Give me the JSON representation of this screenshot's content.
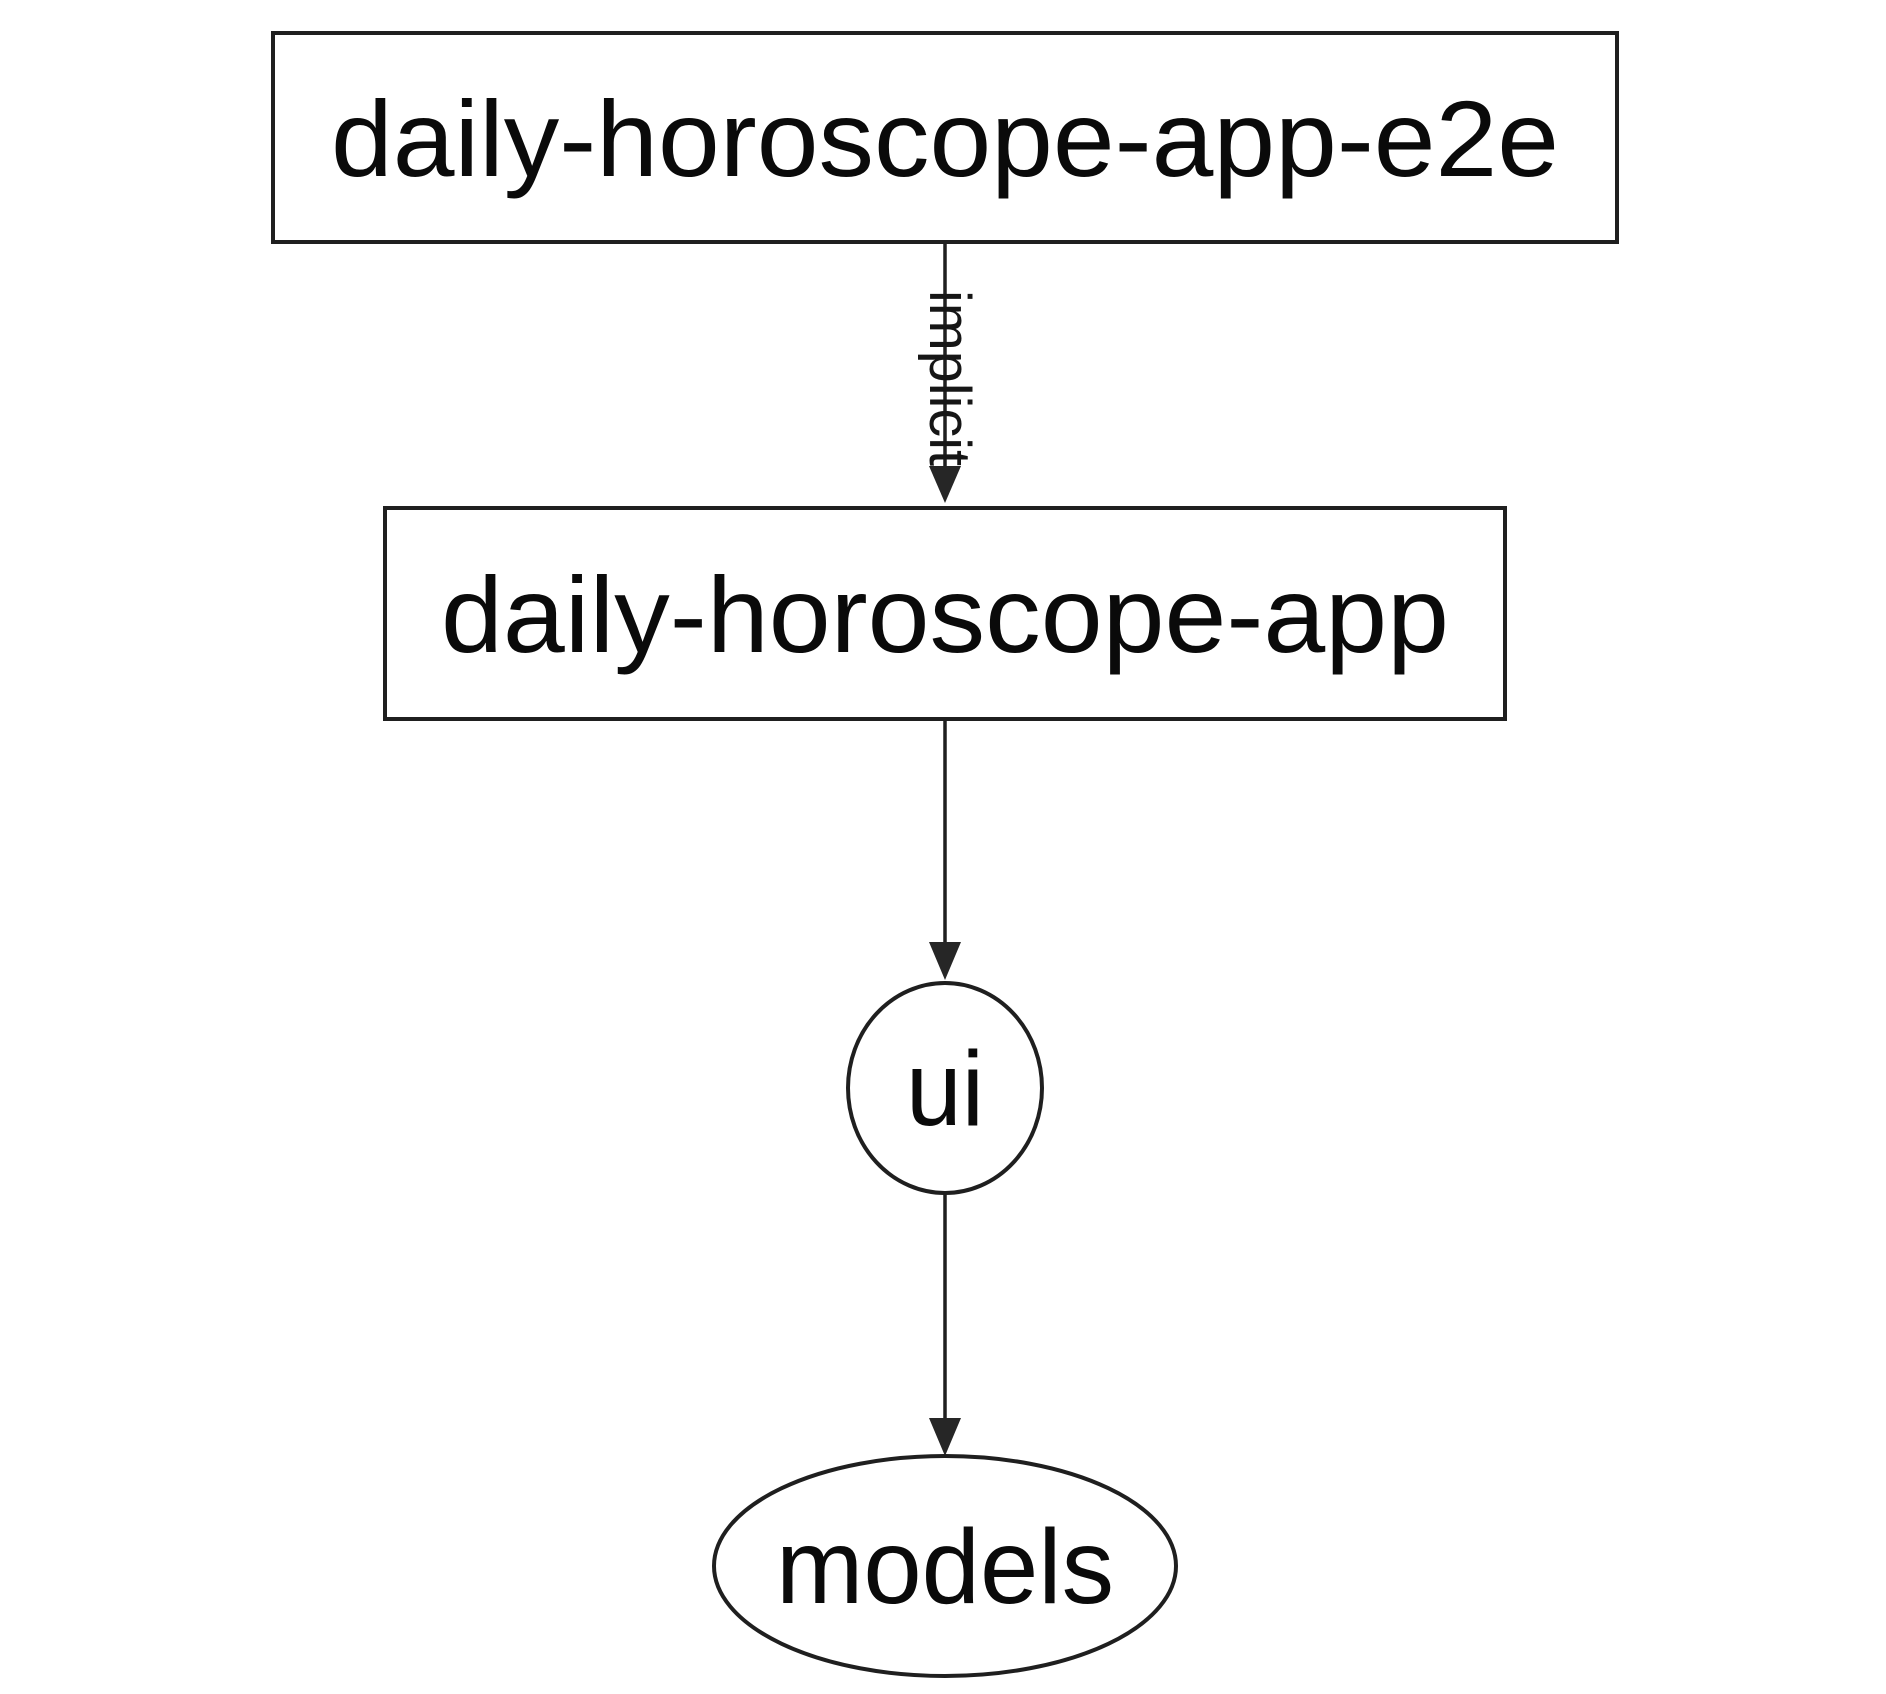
{
  "diagram": {
    "type": "dependency-graph",
    "background_color": "#ffffff",
    "stroke_color": "#1f1f1f",
    "text_color": "#0a0a0a",
    "nodes": [
      {
        "id": "daily-horoscope-app-e2e",
        "label": "daily-horoscope-app-e2e",
        "shape": "rectangle"
      },
      {
        "id": "daily-horoscope-app",
        "label": "daily-horoscope-app",
        "shape": "rectangle"
      },
      {
        "id": "ui",
        "label": "ui",
        "shape": "ellipse"
      },
      {
        "id": "models",
        "label": "models",
        "shape": "ellipse"
      }
    ],
    "edges": [
      {
        "from": "daily-horoscope-app-e2e",
        "to": "daily-horoscope-app",
        "label": "implicit",
        "arrow": "solid-triangle"
      },
      {
        "from": "daily-horoscope-app",
        "to": "ui",
        "label": "",
        "arrow": "solid-triangle"
      },
      {
        "from": "ui",
        "to": "models",
        "label": "",
        "arrow": "solid-triangle"
      }
    ]
  }
}
